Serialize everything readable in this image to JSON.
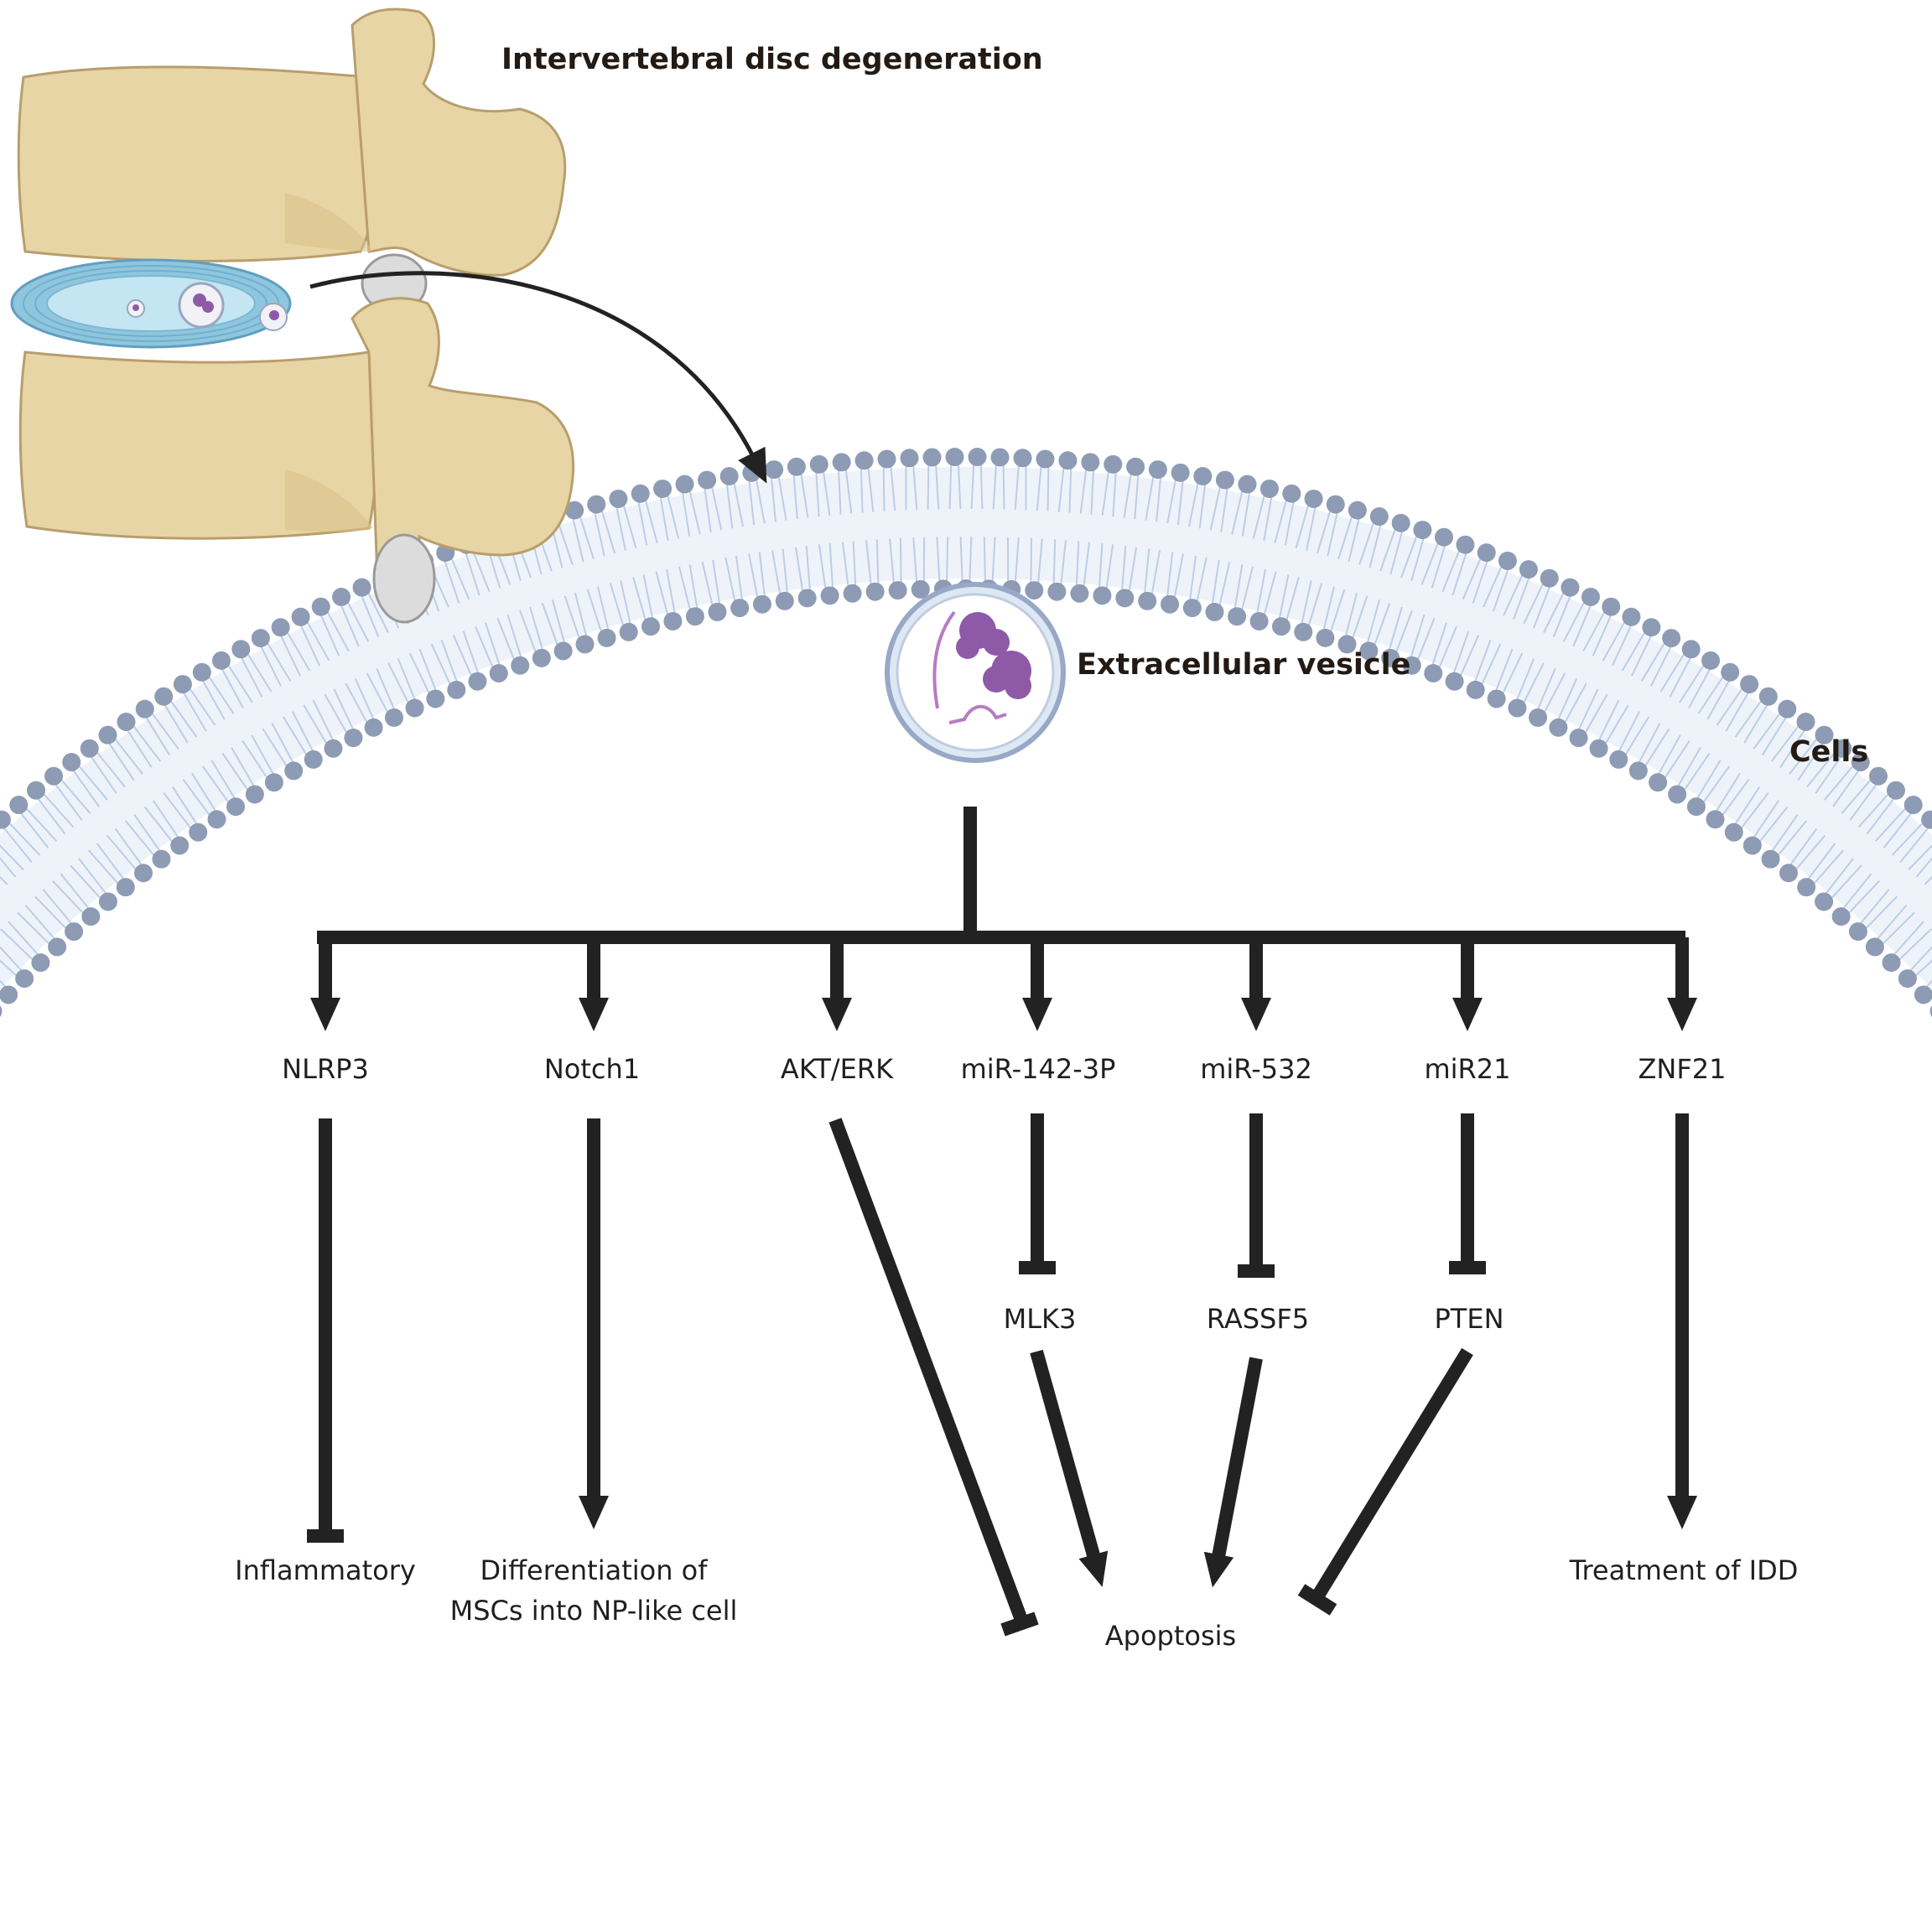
{
  "titles": {
    "disc": "Intervertebral disc degeneration",
    "vesicle": "Extracellular vesicle",
    "cells": "Cells"
  },
  "nodes": {
    "nlrp3": "NLRP3",
    "notch1": "Notch1",
    "akt_erk": "AKT/ERK",
    "mir142": "miR-142-3P",
    "mir532": "miR-532",
    "mir21": "miR21",
    "znf21": "ZNF21",
    "mlk3": "MLK3",
    "rassf5": "RASSF5",
    "pten": "PTEN",
    "inflammatory": "Inflammatory",
    "diff_line1": "Differentiation of",
    "diff_line2": "MSCs into NP-like cell",
    "apoptosis": "Apoptosis",
    "treatment": "Treatment of IDD"
  },
  "colors": {
    "bone": "#e8d5a6",
    "bone_outline": "#b89e6c",
    "disc": "#a9d7e8",
    "membrane_head": "#8e9bb4",
    "membrane_tail": "#bccde6",
    "vesicle": "#8e5aa8",
    "arrow": "#222222"
  }
}
